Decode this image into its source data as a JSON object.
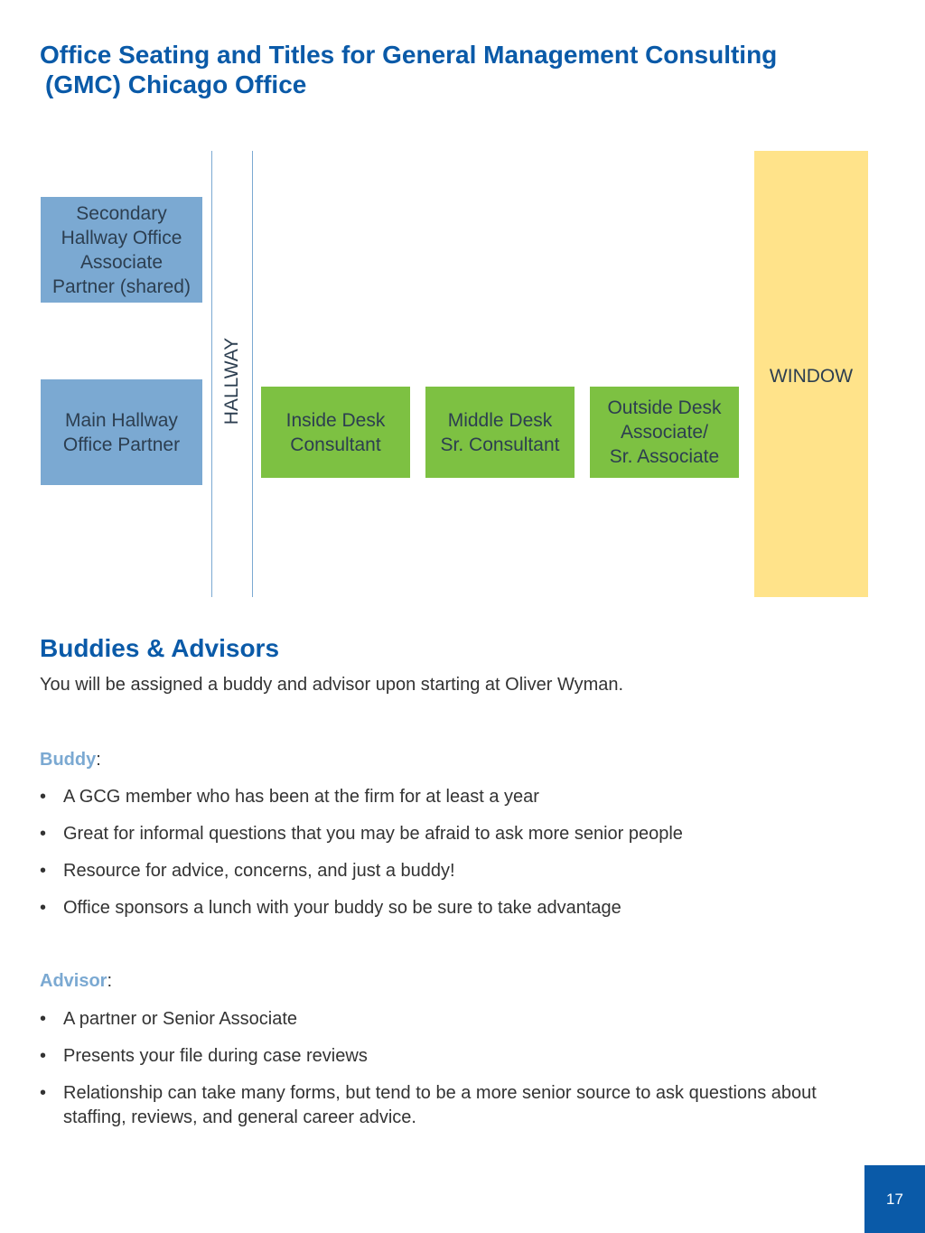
{
  "title": {
    "line1": "Office Seating and Titles for General Management Consulting",
    "line2": "(GMC) Chicago Office"
  },
  "floor_plan": {
    "secondary_office": [
      "Secondary",
      "Hallway Office",
      "Associate",
      "Partner (shared)"
    ],
    "main_office": [
      "Main Hallway",
      "Office Partner"
    ],
    "hallway_label": "HALLWAY",
    "inside_desk": [
      "Inside Desk",
      "Consultant"
    ],
    "middle_desk": [
      "Middle Desk",
      "Sr. Consultant"
    ],
    "outside_desk": [
      "Outside Desk",
      "Associate/",
      "Sr. Associate"
    ],
    "window_label": "WINDOW",
    "colors": {
      "office": "#7ba9d2",
      "desk": "#7dc142",
      "window": "#ffe38a",
      "heading": "#0a5aa8"
    }
  },
  "buddies": {
    "heading": "Buddies & Advisors",
    "intro": "You will be assigned a buddy and advisor upon starting at Oliver Wyman.",
    "buddy_label": "Buddy",
    "buddy_items": [
      "A GCG member who has been at the firm for at least a year",
      "Great for informal questions that you may be afraid to ask more senior people",
      "Resource for advice, concerns, and just a buddy!",
      "Office sponsors a lunch with your buddy so be sure to take advantage"
    ],
    "advisor_label": "Advisor",
    "advisor_items": [
      "A partner or Senior Associate",
      "Presents your file during case reviews",
      "Relationship can take many forms, but tend to be a more senior source to ask questions about staffing, reviews, and general career advice."
    ],
    "colon": ":",
    "bullet": "•"
  },
  "page_number": "17"
}
